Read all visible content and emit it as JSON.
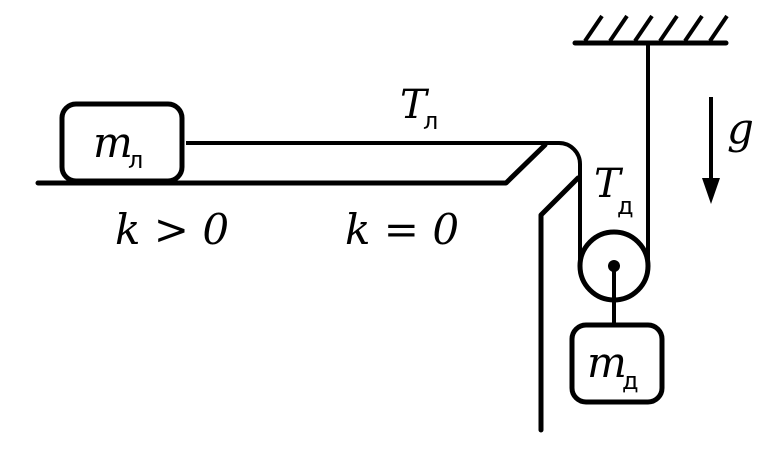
{
  "labels": {
    "left_mass": {
      "symbol": "m",
      "subscript": "л"
    },
    "right_mass": {
      "symbol": "m",
      "subscript": "д"
    },
    "tension_left": {
      "symbol": "T",
      "subscript": "л"
    },
    "tension_right": {
      "symbol": "T",
      "subscript": "д"
    },
    "gravity": "g",
    "friction_rough": "k > 0",
    "friction_smooth": "k = 0"
  }
}
